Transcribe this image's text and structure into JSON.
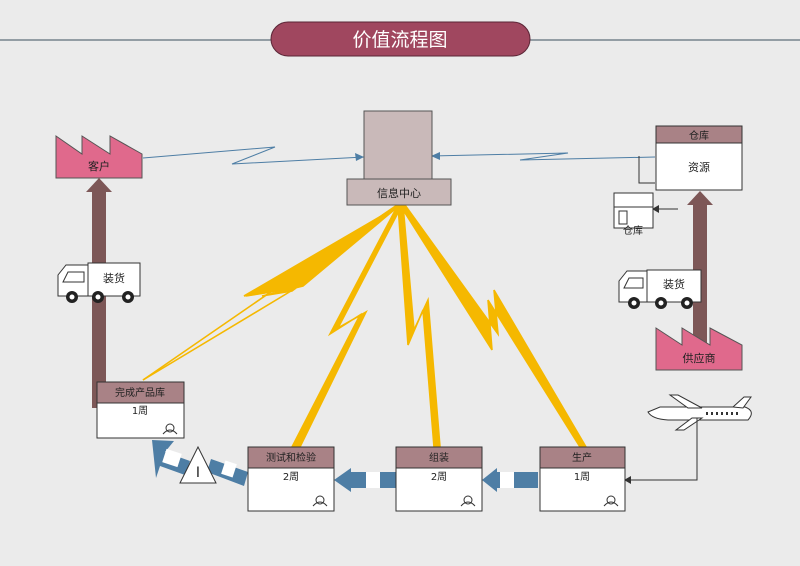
{
  "title": "价值流程图",
  "info_center": {
    "label": "信息中心"
  },
  "customer": {
    "label": "客户"
  },
  "warehouse_top": {
    "header": "仓库",
    "body": "资源"
  },
  "warehouse_small": {
    "label": "仓库"
  },
  "supplier": {
    "label": "供应商"
  },
  "truck_left": {
    "label": "装货"
  },
  "truck_right": {
    "label": "装货"
  },
  "process_boxes": [
    {
      "title": "完成产品库",
      "time": "1周"
    },
    {
      "title": "测试和检验",
      "time": "2周"
    },
    {
      "title": "组装",
      "time": "2周"
    },
    {
      "title": "生产",
      "time": "1周"
    }
  ],
  "inventory": {
    "label": "I"
  },
  "colors": {
    "title_bg": "#a0475f",
    "factory": "#e0698c",
    "box_header": "#a98286",
    "info_box": "#c9b9b9",
    "push_arrow": "#4e7ea5",
    "big_arrow": "#7d5757",
    "lightning": "#f5b800"
  }
}
